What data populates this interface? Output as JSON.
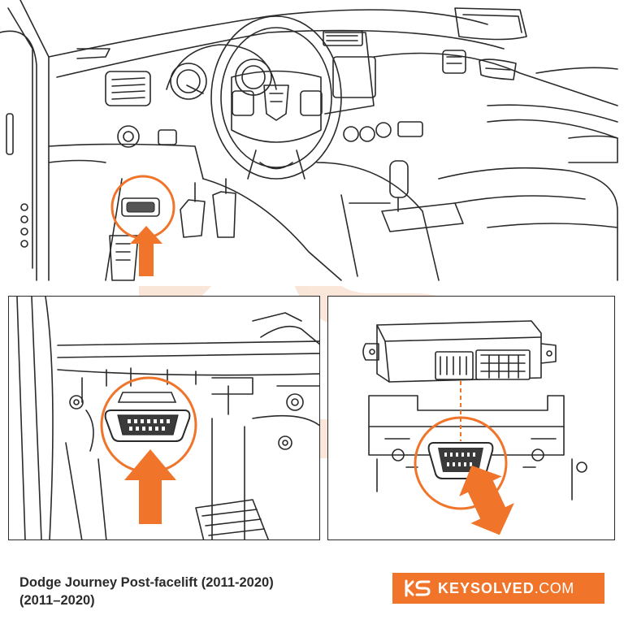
{
  "footer": {
    "title_line1": "Dodge Journey Post-facelift (2011-2020)",
    "title_line2": "(2011–2020)"
  },
  "brand": {
    "name": "KEYSOLVED",
    "tld": ".COM",
    "logo_icon": "ks-logo-icon",
    "background_color": "#f0742a",
    "text_color": "#ffffff"
  },
  "diagram": {
    "accent_color": "#f0742a",
    "line_color": "#2a2a2a",
    "panels": [
      "dashboard-overview",
      "obd-port-closeup",
      "obd-connector-module"
    ]
  }
}
